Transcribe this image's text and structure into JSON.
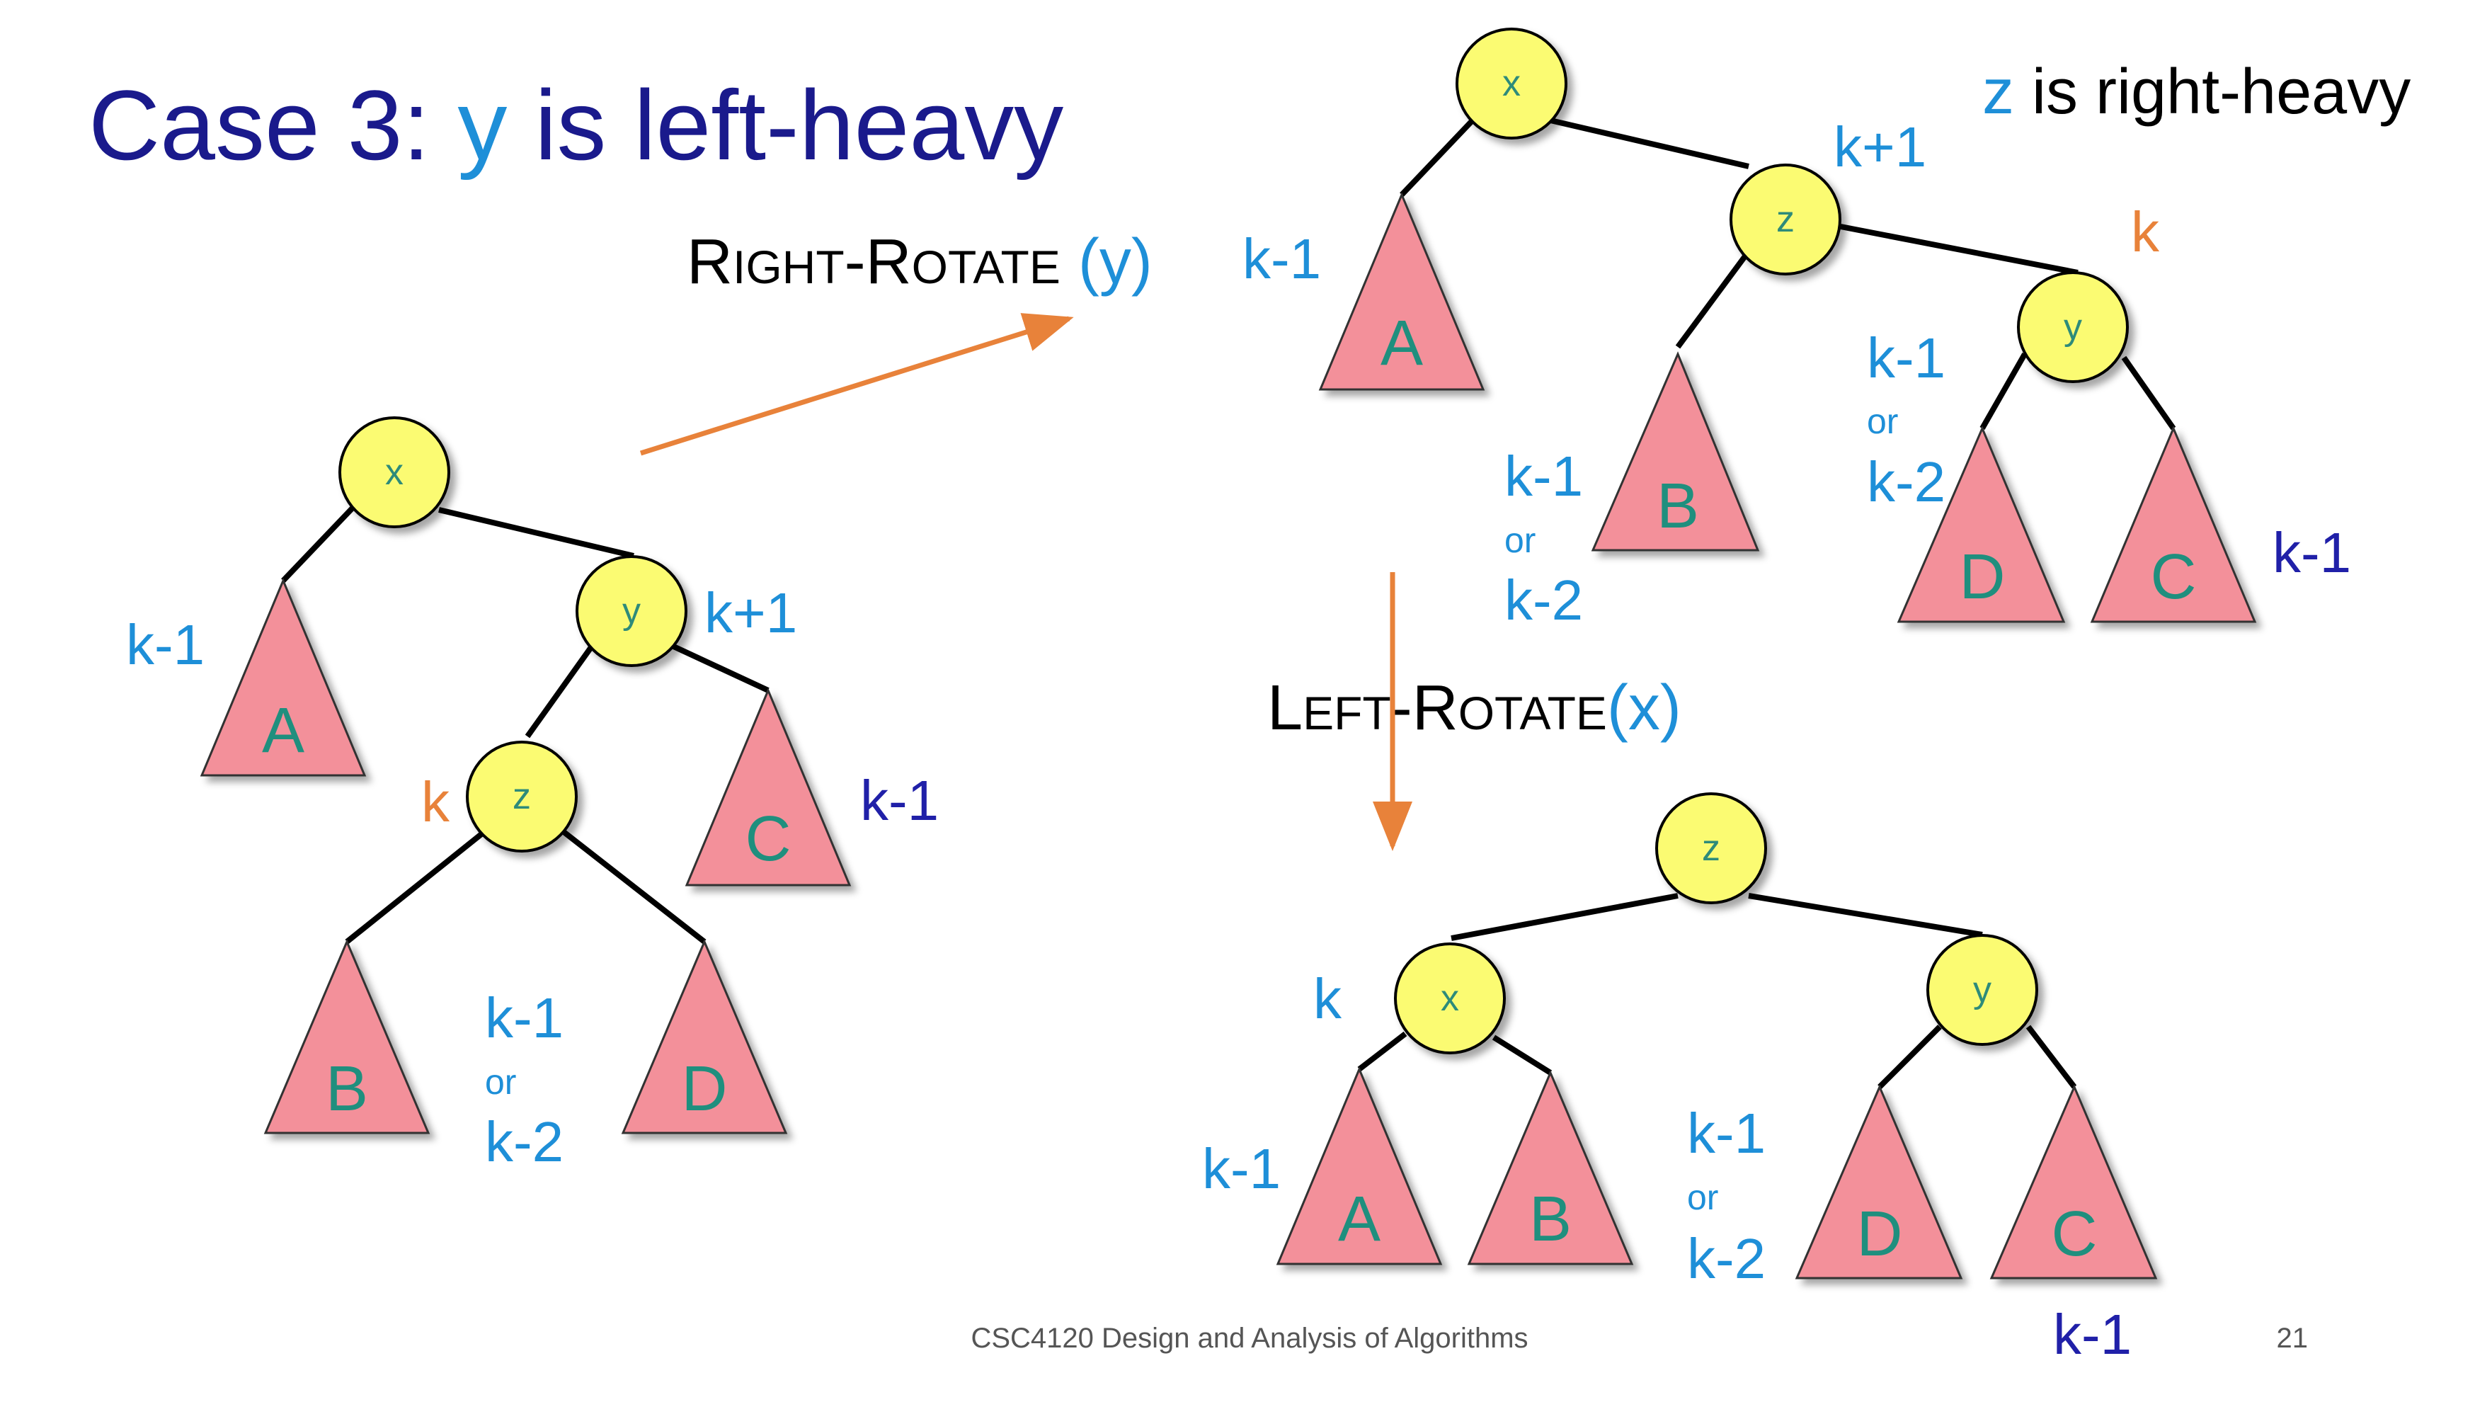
{
  "title": {
    "prefix": "Case 3: ",
    "var": "y",
    "suffix": " is left-heavy"
  },
  "subtitle_right": {
    "var": "z",
    "suffix": " is right-heavy"
  },
  "op1": {
    "big1": "R",
    "small1": "IGHT",
    "dash": "-",
    "big2": "R",
    "small2": "OTATE",
    "arg": " (y)"
  },
  "op2": {
    "big1": "L",
    "small1": "EFT",
    "dash": "-",
    "big2": "R",
    "small2": "OTATE",
    "arg": "(x)"
  },
  "footer": {
    "course": "CSC4120 Design and Analysis of Algorithms",
    "page": "21"
  },
  "colors": {
    "title_navy": "#1a1a8c",
    "var_blue": "#1e8fd8",
    "annot_blue": "#1e8fd8",
    "annot_navy": "#2020a8",
    "annot_orange": "#e8823a",
    "arrow_orange": "#e8823a",
    "node_fill": "#fbfb72",
    "triangle_fill": "#f3909a",
    "label_teal": "#1f8f7e"
  },
  "trees": {
    "tree1": {
      "nodes": {
        "x": "x",
        "y": "y",
        "z": "z"
      },
      "subtrees": {
        "A": "A",
        "B": "B",
        "C": "C",
        "D": "D"
      },
      "annotations": {
        "A_height": "k-1",
        "y_height": "k+1",
        "z_height": "k",
        "C_height": "k-1",
        "BD_h1": "k-1",
        "BD_or": "or",
        "BD_h2": "k-2"
      }
    },
    "tree2": {
      "nodes": {
        "x": "x",
        "z": "z",
        "y": "y"
      },
      "subtrees": {
        "A": "A",
        "B": "B",
        "D": "D",
        "C": "C"
      },
      "annotations": {
        "A_height": "k-1",
        "z_height": "k+1",
        "y_height": "k",
        "B_h1": "k-1",
        "B_or": "or",
        "B_h2": "k-2",
        "D_h1": "k-1",
        "D_or": "or",
        "D_h2": "k-2",
        "C_height": "k-1"
      }
    },
    "tree3": {
      "nodes": {
        "z": "z",
        "x": "x",
        "y": "y"
      },
      "subtrees": {
        "A": "A",
        "B": "B",
        "D": "D",
        "C": "C"
      },
      "annotations": {
        "x_height": "k",
        "A_height": "k-1",
        "mid_h1": "k-1",
        "mid_or": "or",
        "mid_h2": "k-2",
        "C_height": "k-1"
      }
    }
  }
}
